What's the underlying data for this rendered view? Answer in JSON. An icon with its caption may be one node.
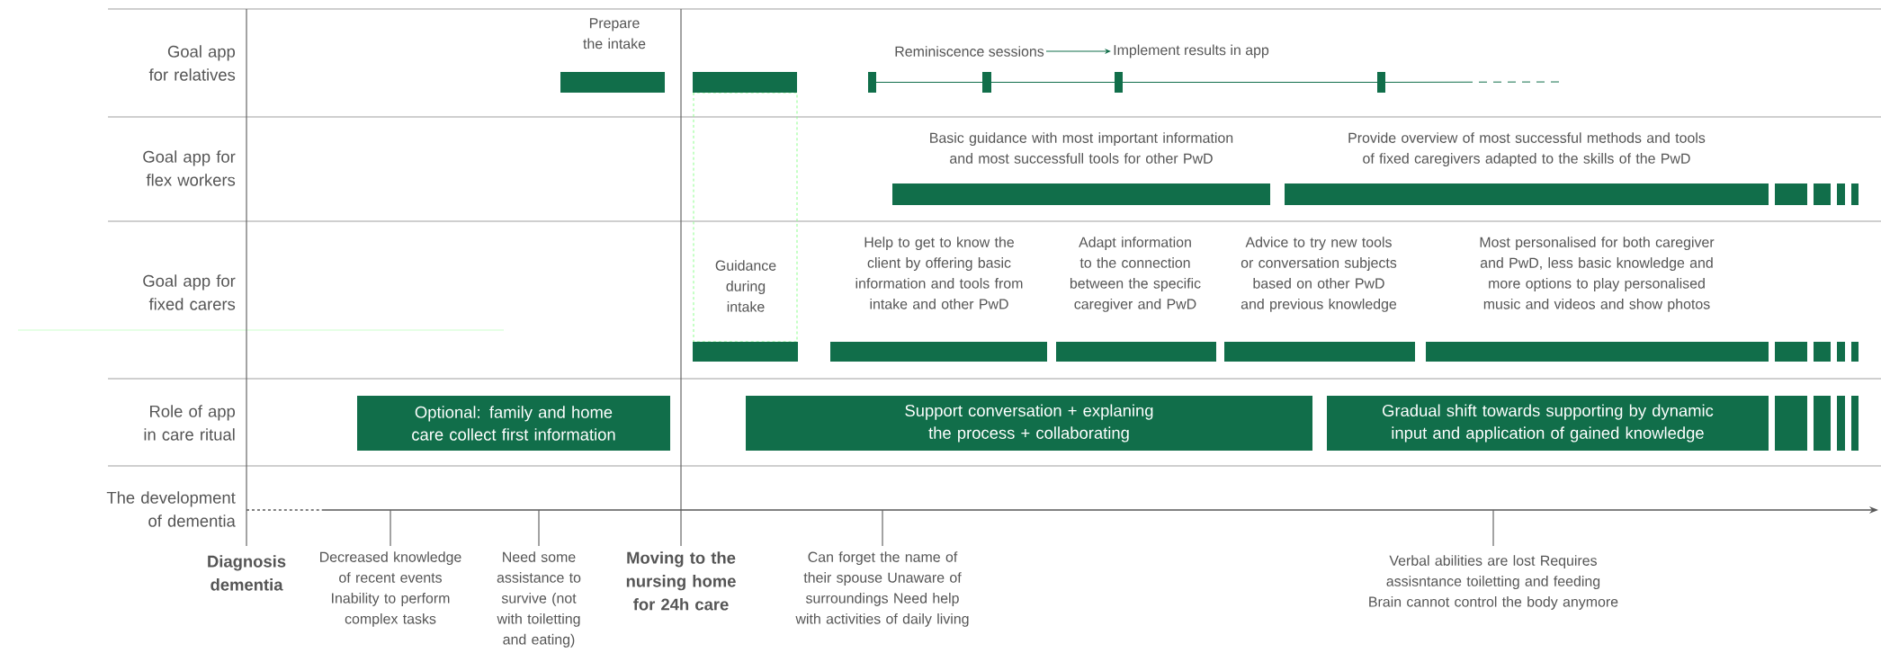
{
  "diagram": {
    "nodes": [
      {
        "text": [
          "Prepare the intake"
        ]
      },
      {
        "text": [],
        "shape": "bar"
      },
      {
        "text": [
          "Reminiscence sessions"
        ]
      },
      {
        "text": [
          "Implement results in app"
        ]
      },
      {
        "text": [],
        "shape": "bar"
      },
      {
        "text": [],
        "shape": "bar"
      },
      {
        "text": [],
        "shape": "bar"
      },
      {
        "text": [],
        "shape": "bar"
      },
      {
        "text": [
          "Basic guidance with most important information and most successfull tools for other PwD"
        ]
      },
      {
        "text": [
          "Provide overview of most successful methods and tools of fixed caregivers adapted to the skills of the PwD"
        ]
      },
      {
        "text": [],
        "shape": "bar"
      },
      {
        "text": [],
        "shape": "bar"
      },
      {
        "text": [],
        "shape": "bar"
      },
      {
        "text": [],
        "shape": "bar"
      },
      {
        "text": [
          "Guidance during intake"
        ]
      },
      {
        "text": [
          "Help to get to know the client by offering basic information and tools from intake and other PwD"
        ]
      },
      {
        "text": [
          "Adapt information to the connection between the specific caregiver and PwD"
        ]
      },
      {
        "text": [
          "Advice to try new tools or conversation subjects based on other PwD and previous knowledge"
        ]
      },
      {
        "text": [
          "Most personalised for both caregiver and PwD, less basic knowledge and more options to play personalised music and videos and show photos"
        ]
      },
      {
        "text": [],
        "shape": "bar"
      },
      {
        "text": [],
        "shape": "bar"
      },
      {
        "text": [],
        "shape": "bar"
      },
      {
        "text": [],
        "shape": "bar"
      },
      {
        "text": [
          "Optional: family and home care collect first information"
        ]
      },
      {
        "text": [
          "Support conversation + explaning the process + collaborating"
        ]
      },
      {
        "text": [
          "Gradual shift towards supporting by dynamic input and application of gained knowledge"
        ]
      },
      {
        "text": [],
        "shape": "bar"
      },
      {
        "text": [],
        "shape": "bar"
      },
      {
        "text": [],
        "shape": "bar"
      },
      {
        "text": [],
        "shape": "bar"
      }
    ],
    "edges": [
      {
        "from": 2,
        "to": 3,
        "arrow": "to"
      },
      {
        "from": 4,
        "to": 5,
        "arrow": "none"
      },
      {
        "from": 5,
        "to": 6,
        "arrow": "none"
      },
      {
        "from": 6,
        "to": 7,
        "arrow": "none"
      },
      {
        "from": 7,
        "to": null,
        "arrow": "none",
        "style": "dashed"
      }
    ],
    "labels": [
      "Goal app for relatives",
      "Goal app for flex workers",
      "Goal app for fixed carers",
      "Role of app in care ritual",
      "The development of dementia",
      "Diagnosis dementia",
      "Decreased knowledge of recent events Inability to perform complex tasks",
      "Need some assistance to survive (not with toiletting and eating)",
      "Moving to the nursing home for 24h care",
      "Can forget the name of their spouse Unaware of surroundings Need help with activities of daily living",
      "Verbal abilities are lost Requires assisntance toiletting and feeding Brain cannot control the body anymore"
    ]
  }
}
